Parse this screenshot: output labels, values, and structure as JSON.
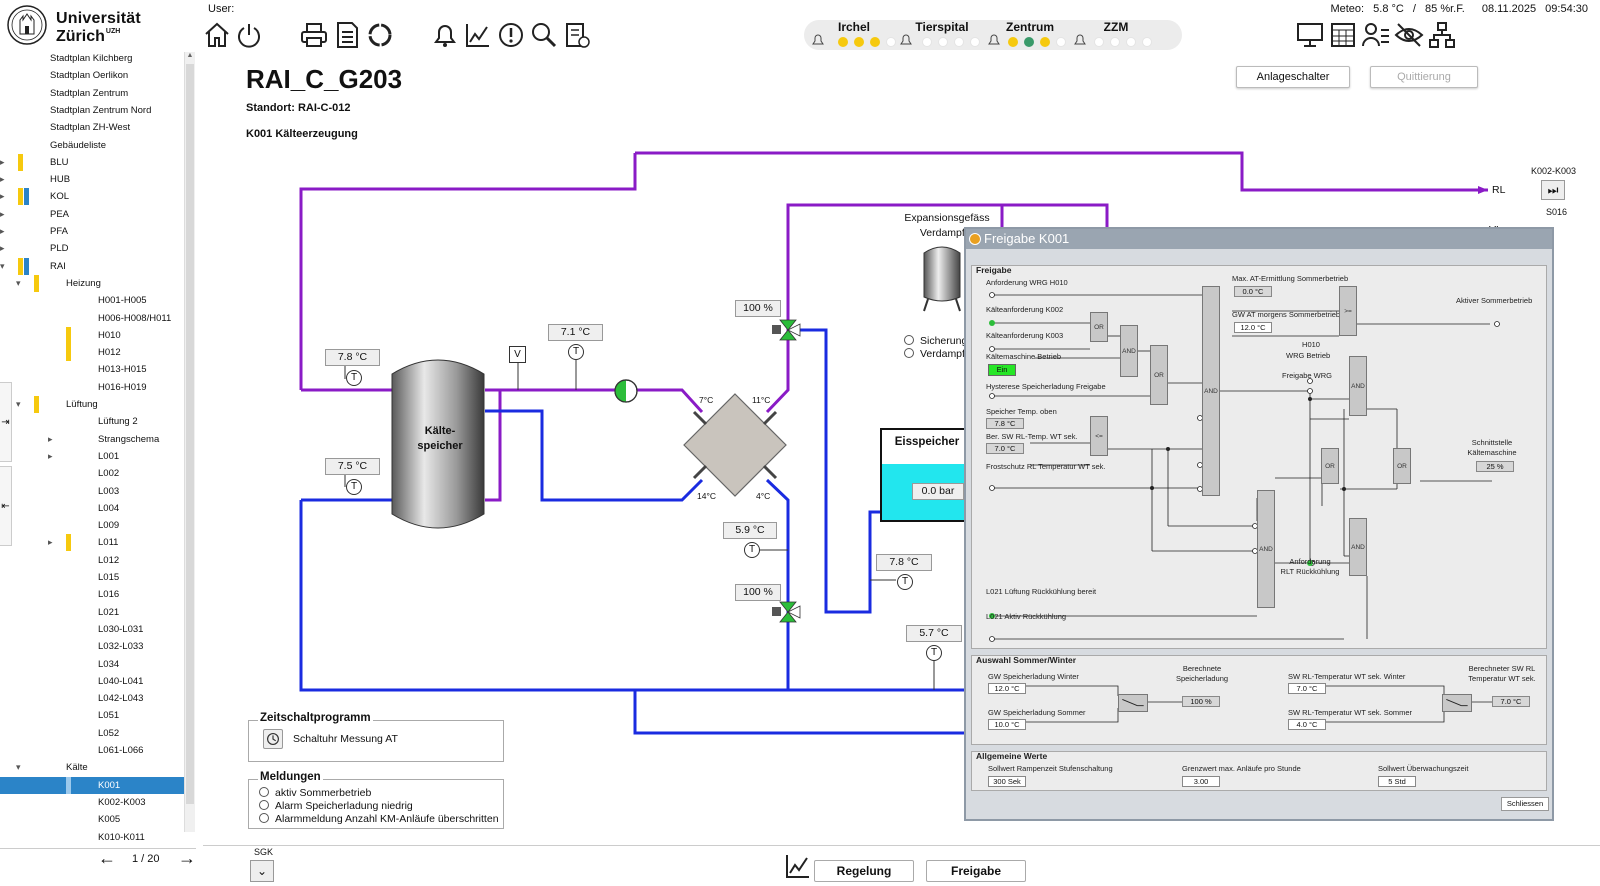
{
  "header": {
    "logo_line1": "Universität",
    "logo_line2": "Zürich",
    "logo_sup": "UZH",
    "user_label": "User:",
    "meteo_label": "Meteo:",
    "meteo_temp": "5.8 °C",
    "meteo_sep": "/",
    "meteo_hum": "85 %r.F.",
    "date": "08.11.2025",
    "time": "09:54:30",
    "toolbar_icons": [
      "home-icon",
      "power-icon",
      "printer-icon",
      "document-icon",
      "refresh-icon",
      "bell-icon",
      "trend-chart-icon",
      "alert-icon",
      "search-icon",
      "checklist-icon"
    ],
    "right_icons": [
      "monitor-icon",
      "calendar-grid-icon",
      "user-list-icon",
      "eye-off-icon",
      "hierarchy-icon"
    ],
    "sites": [
      {
        "name": "Irchel",
        "dots": [
          "#f6c90e",
          "#f6c90e",
          "#f6c90e",
          "#fff"
        ]
      },
      {
        "name": "Tierspital",
        "dots": [
          "#fff",
          "#fff",
          "#fff",
          "#fff"
        ]
      },
      {
        "name": "Zentrum",
        "dots": [
          "#f6c90e",
          "#3a9a6a",
          "#f6c90e",
          "#fff"
        ]
      },
      {
        "name": "ZZM",
        "dots": [
          "#fff",
          "#fff",
          "#fff",
          "#fff"
        ]
      }
    ],
    "btn_anlageschalter": "Anlageschalter",
    "btn_quittierung": "Quittierung"
  },
  "sidebar": {
    "items": [
      {
        "label": "Stadtplan Kilchberg",
        "level": 2
      },
      {
        "label": "Stadtplan Oerlikon",
        "level": 2
      },
      {
        "label": "Stadtplan Zentrum",
        "level": 2
      },
      {
        "label": "Stadtplan Zentrum Nord",
        "level": 2
      },
      {
        "label": "Stadtplan ZH-West",
        "level": 2
      },
      {
        "label": "Gebäudeliste",
        "level": 2
      },
      {
        "label": "BLU",
        "level": 2,
        "caret": "▸",
        "bar": "y"
      },
      {
        "label": "HUB",
        "level": 2,
        "caret": "▸"
      },
      {
        "label": "KOL",
        "level": 2,
        "caret": "▸",
        "bar": "yb"
      },
      {
        "label": "PEA",
        "level": 2,
        "caret": "▸"
      },
      {
        "label": "PFA",
        "level": 2,
        "caret": "▸"
      },
      {
        "label": "PLD",
        "level": 2,
        "caret": "▸"
      },
      {
        "label": "RAI",
        "level": 2,
        "caret": "▾",
        "bar": "yb"
      },
      {
        "label": "Heizung",
        "level": 3,
        "caret": "▾",
        "bar": "y"
      },
      {
        "label": "H001-H005",
        "level": 5
      },
      {
        "label": "H006-H008/H011",
        "level": 5
      },
      {
        "label": "H010",
        "level": 5,
        "bar": "y"
      },
      {
        "label": "H012",
        "level": 5,
        "bar": "y"
      },
      {
        "label": "H013-H015",
        "level": 5
      },
      {
        "label": "H016-H019",
        "level": 5
      },
      {
        "label": "Lüftung",
        "level": 3,
        "caret": "▾",
        "bar": "y"
      },
      {
        "label": "Lüftung 2",
        "level": 5
      },
      {
        "label": "Strangschema",
        "level": 5,
        "caret": "▸"
      },
      {
        "label": "L001",
        "level": 5,
        "caret": "▸"
      },
      {
        "label": "L002",
        "level": 5
      },
      {
        "label": "L003",
        "level": 5
      },
      {
        "label": "L004",
        "level": 5
      },
      {
        "label": "L009",
        "level": 5
      },
      {
        "label": "L011",
        "level": 5,
        "caret": "▸",
        "bar": "y"
      },
      {
        "label": "L012",
        "level": 5
      },
      {
        "label": "L015",
        "level": 5
      },
      {
        "label": "L016",
        "level": 5
      },
      {
        "label": "L021",
        "level": 5
      },
      {
        "label": "L030-L031",
        "level": 5
      },
      {
        "label": "L032-L033",
        "level": 5
      },
      {
        "label": "L034",
        "level": 5
      },
      {
        "label": "L040-L041",
        "level": 5
      },
      {
        "label": "L042-L043",
        "level": 5
      },
      {
        "label": "L051",
        "level": 5
      },
      {
        "label": "L052",
        "level": 5
      },
      {
        "label": "L061-L066",
        "level": 5
      },
      {
        "label": "Kälte",
        "level": 3,
        "caret": "▾"
      },
      {
        "label": "K001",
        "level": 5,
        "selected": true,
        "bar": "b"
      },
      {
        "label": "K002-K003",
        "level": 5
      },
      {
        "label": "K005",
        "level": 5
      },
      {
        "label": "K010-K011",
        "level": 5
      }
    ],
    "pager": "1 / 20"
  },
  "main": {
    "title": "RAI_C_G203",
    "standort": "Standort: RAI-C-012",
    "section": "K001 Kälteerzeugung",
    "speicher_label_1": "Kälte-",
    "speicher_label_2": "speicher",
    "values": {
      "t_top": "7.8 °C",
      "t_bottom": "7.5 °C",
      "t_supply": "7.1 °C",
      "valve1": "100 %",
      "valve2": "100 %",
      "t_5_9": "5.9 °C",
      "t_7_8b": "7.8 °C",
      "t_5_7": "5.7 °C",
      "hx_tl": "7°C",
      "hx_tr": "11°C",
      "hx_bl": "14°C",
      "hx_br": "4°C",
      "eis_bar": "0.0 bar"
    },
    "v_label": "V",
    "t_symbol": "T",
    "expansion_1": "Expansionsgefäss",
    "expansion_2": "Verdampfer",
    "sicherung": "Sicherung",
    "verdampfer": "Verdampfer",
    "eisspeicher": "Eisspeicher",
    "rl_label": "RL",
    "vl_label": "VL",
    "k002_label": "K002-K003",
    "s016_label": "S016",
    "zeitschalt_title": "Zeitschaltprogramm",
    "zeitschalt_item": "Schaltuhr Messung AT",
    "meldungen_title": "Meldungen",
    "meldungen": [
      "aktiv Sommerbetrieb",
      "Alarm Speicherladung niedrig",
      "Alarmmeldung Anzahl KM-Anläufe überschritten"
    ],
    "sgk_label": "SGK",
    "btn_regelung": "Regelung",
    "btn_freigabe": "Freigabe"
  },
  "dialog": {
    "title": "Freigabe K001",
    "grp_freigabe": "Freigabe",
    "grp_auswahl": "Auswahl Sommer/Winter",
    "grp_allg": "Allgemeine Werte",
    "labels": {
      "anf_wrg": "Anforderung WRG H010",
      "kanf_k002": "Kälteanforderung K002",
      "kanf_k003": "Kälteanforderung K003",
      "km_betrieb": "Kältemaschine Betrieb",
      "km_ein": "Ein",
      "hyst": "Hysterese Speicherladung Freigabe",
      "sp_temp": "Speicher Temp. oben",
      "ber_sw": "Ber. SW RL-Temp. WT sek.",
      "frost": "Frostschutz RL Temperatur WT sek.",
      "max_at": "Max. AT-Ermittlung Sommerbetrieb",
      "gw_at": "GW AT morgens Sommerbetrieb",
      "aktiv_sommer": "Aktiver Sommerbetrieb",
      "h010": "H010",
      "wrg_betrieb": "WRG Betrieb",
      "freigabe_wrg": "Freigabe WRG",
      "schnitt_1": "Schnittstelle",
      "schnitt_2": "Kältemaschine",
      "anf_rlt_1": "Anforderung",
      "anf_rlt_2": "RLT Rückkühlung",
      "l021_bereit": "L021 Lüftung Rückkühlung bereit",
      "l021_aktiv": "L021 Aktiv Rückkühlung",
      "gw_sp_winter": "GW Speicherladung Winter",
      "gw_sp_sommer": "GW Speicherladung Sommer",
      "ber_sp_1": "Berechnete",
      "ber_sp_2": "Speicherladung",
      "sw_rl_winter": "SW RL-Temperatur WT sek. Winter",
      "sw_rl_sommer": "SW RL-Temperatur WT sek. Sommer",
      "ber_sw_rl_1": "Berechneter SW RL",
      "ber_sw_rl_2": "Temperatur WT sek.",
      "sollwert_rampe": "Sollwert Rampenzeit Stufenschaltung",
      "grenzwert": "Grenzwert max. Anläufe pro Stunde",
      "sollwert_ueber": "Sollwert Überwachungszeit"
    },
    "values": {
      "max_at": "0.0 °C",
      "gw_at": "12.0 °C",
      "sp_temp": "7.8 °C",
      "ber_sw": "7.0 °C",
      "schnitt": "25 %",
      "gw_sp_winter": "12.0 °C",
      "gw_sp_sommer": "10.0 °C",
      "ber_sp": "100 %",
      "sw_rl_winter": "7.0 °C",
      "sw_rl_sommer": "4.0 °C",
      "ber_sw_rl": "7.0 °C",
      "rampe": "300 Sek",
      "anlaeufe": "3.00",
      "ueber": "5 Std"
    },
    "gates": {
      "or": "OR",
      "and": "AND",
      "ge": ">=",
      "le": "<="
    },
    "btn_close": "Schliessen"
  }
}
